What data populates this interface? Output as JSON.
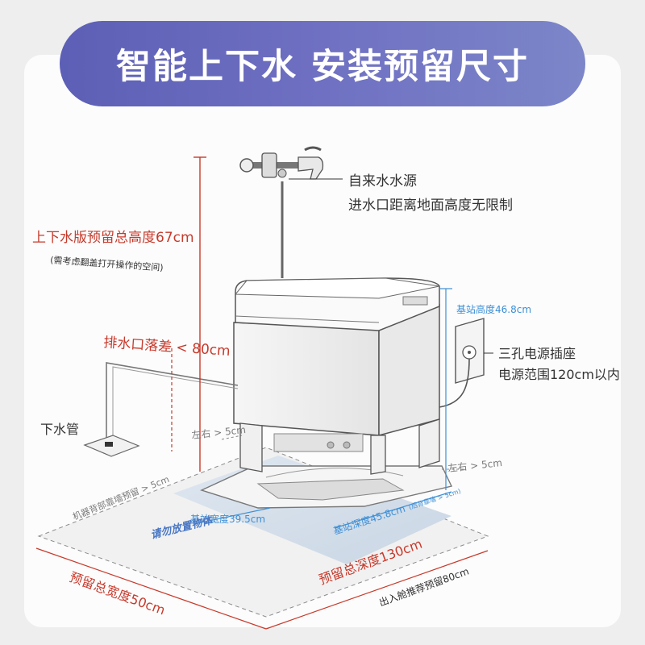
{
  "title": "智能上下水 安装预留尺寸",
  "labels": {
    "water_source": "自来水水源",
    "inlet_height": "进水口距离地面高度无限制",
    "total_height": "上下水版预留总高度67cm",
    "total_height_note": "(需考虑翻盖打开操作的空间)",
    "drain_drop": "排水口落差 < 80cm",
    "drain_pipe": "下水管",
    "station_height": "基站高度46.8cm",
    "socket_title": "三孔电源插座",
    "socket_range": "电源范围120cm以内",
    "left_right_left": "左右 > 5cm",
    "left_right_right": "左右 > 5cm",
    "back_wall": "机器背部靠墙预留 > 5cm",
    "station_width": "基站宽度39.5cm",
    "station_depth": "基站深度45.8cm",
    "station_depth_note": "(后背靠墙 > 5cm)",
    "no_obstacle": "请勿放置物体",
    "total_width": "预留总宽度50cm",
    "total_depth": "预留总深度130cm",
    "exit_reserve": "出入舱推荐预留80cm"
  },
  "colors": {
    "red": "#c73a2c",
    "blue": "#3d8fd6",
    "banner": "#6466b8",
    "text": "#333333"
  },
  "icons": [
    "faucet-icon",
    "power-socket-icon",
    "floor-drain-icon"
  ]
}
